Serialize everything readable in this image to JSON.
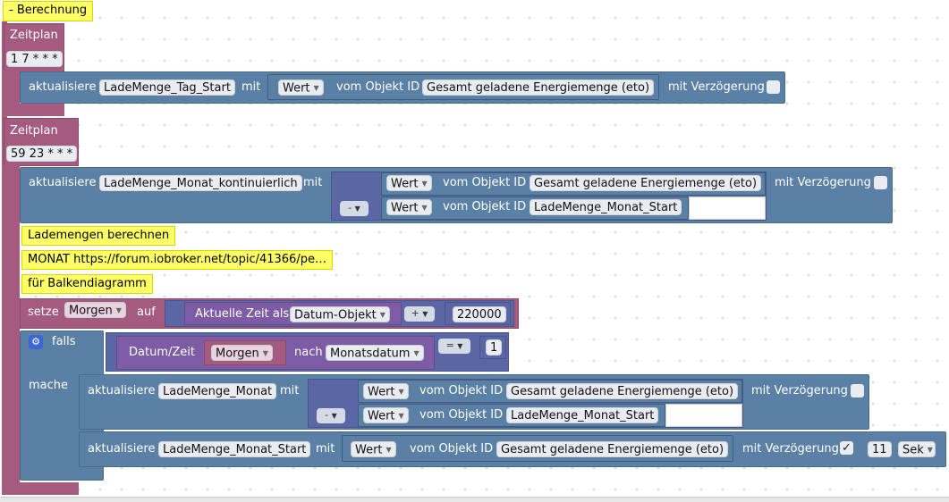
{
  "func": {
    "label": "- Berechnung"
  },
  "schedule1": {
    "label": "Zeitplan",
    "cron": "1 7 * * *",
    "update": {
      "prefix": "aktualisiere",
      "target": "LadeMenge_Tag_Start",
      "mit": "mit",
      "value_dd": "Wert",
      "from_obj": "vom Objekt ID",
      "obj": "Gesamt geladene Energiemenge (eto)",
      "delay": "mit Verzögerung"
    }
  },
  "schedule2": {
    "label": "Zeitplan",
    "cron": "59 23 * * *",
    "update": {
      "prefix": "aktualisiere",
      "target": "LadeMenge_Monat_kontinuierlich",
      "mit": "mit",
      "op": "-",
      "value_dd1": "Wert",
      "from_obj1": "vom Objekt ID",
      "obj1": "Gesamt geladene Energiemenge (eto)",
      "value_dd2": "Wert",
      "from_obj2": "vom Objekt ID",
      "obj2": "LadeMenge_Monat_Start",
      "delay": "mit Verzögerung"
    },
    "comments": [
      "Lademengen berechnen",
      "MONAT  https://forum.iobroker.net/topic/41366/pe…",
      "für Balkendiagramm"
    ],
    "set": {
      "prefix": "setze",
      "var": "Morgen",
      "auf": "auf",
      "time_label": "Aktuelle Zeit als",
      "time_format": "Datum-Objekt",
      "op": "+",
      "num": "220000"
    },
    "if": {
      "falls": "falls",
      "mache": "mache",
      "datetime": "Datum/Zeit",
      "var": "Morgen",
      "nach": "nach",
      "format": "Monatsdatum",
      "cmp": "=",
      "num": "1",
      "update1": {
        "prefix": "aktualisiere",
        "target": "LadeMenge_Monat",
        "mit": "mit",
        "op": "-",
        "value_dd1": "Wert",
        "from_obj1": "vom Objekt ID",
        "obj1": "Gesamt geladene Energiemenge (eto)",
        "value_dd2": "Wert",
        "from_obj2": "vom Objekt ID",
        "obj2": "LadeMenge_Monat_Start",
        "delay": "mit Verzögerung"
      },
      "update2": {
        "prefix": "aktualisiere",
        "target": "LadeMenge_Monat_Start",
        "mit": "mit",
        "value_dd": "Wert",
        "from_obj": "vom Objekt ID",
        "obj": "Gesamt geladene Energiemenge (eto)",
        "delay": "mit Verzögerung",
        "checkmark": "✓",
        "delay_value": "11",
        "unit": "Sek"
      }
    }
  }
}
